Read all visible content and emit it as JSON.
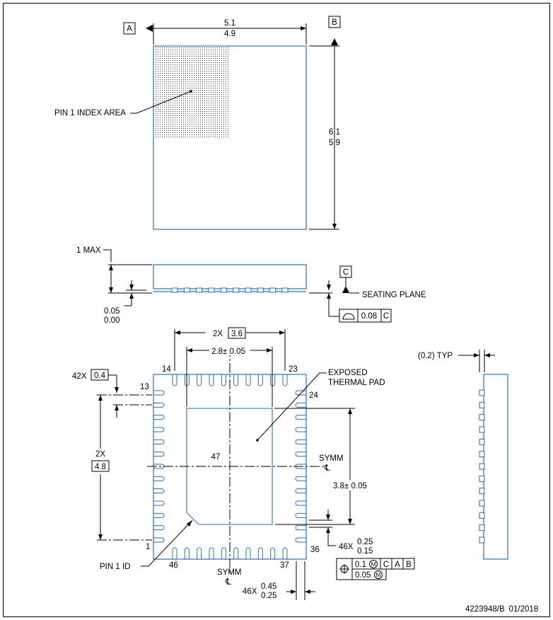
{
  "top_view": {
    "datum_a": "A",
    "datum_b": "B",
    "width_max": "5.1",
    "width_min": "4.9",
    "height_max": "6.1",
    "height_min": "5.9",
    "pin1_index_label": "PIN 1 INDEX AREA"
  },
  "side_view": {
    "max_height": "1 MAX",
    "standoff_max": "0.05",
    "standoff_min": "0.00",
    "datum_c": "C",
    "seating_plane": "SEATING PLANE",
    "flatness_value": "0.08",
    "flatness_datum": "C"
  },
  "bottom_view": {
    "pitch_count": "2X",
    "pitch_span": "3.6",
    "pad_width": "2.8",
    "pad_width_tol": "± 0.05",
    "pin_14": "14",
    "pin_23": "23",
    "pin_13": "13",
    "pin_24": "24",
    "pin_1": "1",
    "pin_36": "36",
    "pin_46": "46",
    "pin_37": "37",
    "pin_47": "47",
    "lead_pitch_count": "42X",
    "lead_pitch": "0.4",
    "vert_count": "2X",
    "vert_span": "4.8",
    "exposed_line1": "EXPOSED",
    "exposed_line2": "THERMAL PAD",
    "symm": "SYMM",
    "pad_height": "3.8",
    "pad_height_tol": "± 0.05",
    "lead_len_count": "46X",
    "lead_len_max": "0.25",
    "lead_len_min": "0.15",
    "pin1_id": "PIN 1 ID",
    "lead_w_count": "46X",
    "lead_w_max": "0.45",
    "lead_w_min": "0.25",
    "fcf_row1_tol": "0.1",
    "fcf_row1_d1": "C",
    "fcf_row1_d2": "A",
    "fcf_row1_d3": "B",
    "fcf_row2_tol": "0.05"
  },
  "side_view_right": {
    "typ_label": "(0.2) TYP"
  },
  "footer": {
    "doc_id": "4223948/B",
    "date": "01/2018"
  }
}
